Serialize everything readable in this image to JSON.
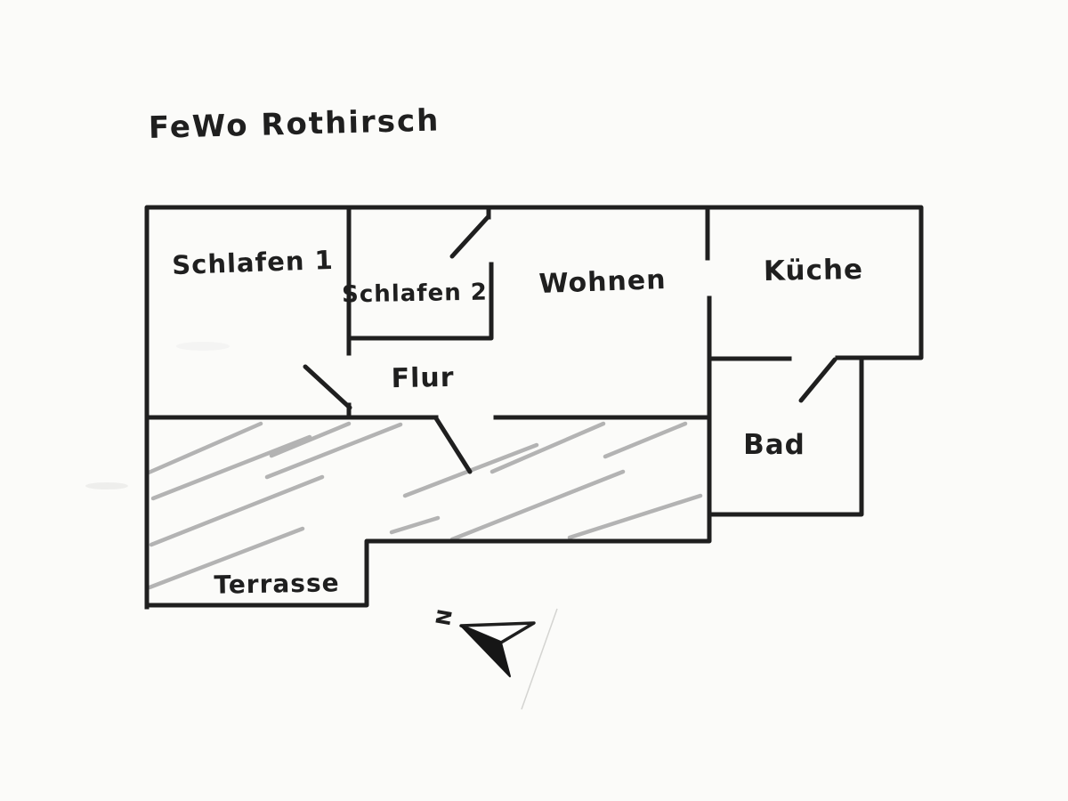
{
  "title": "FeWo Rothirsch",
  "rooms": {
    "schlafen1": "Schlafen 1",
    "schlafen2": "Schlafen 2",
    "wohnen": "Wohnen",
    "kueche": "Küche",
    "flur": "Flur",
    "bad": "Bad",
    "terrasse": "Terrasse"
  },
  "compass": {
    "north_label": "N"
  },
  "colors": {
    "ink": "#1f1f1f",
    "hatch": "#b3b3b3",
    "paper": "#fbfbf9",
    "arrow_fill": "#161616"
  }
}
